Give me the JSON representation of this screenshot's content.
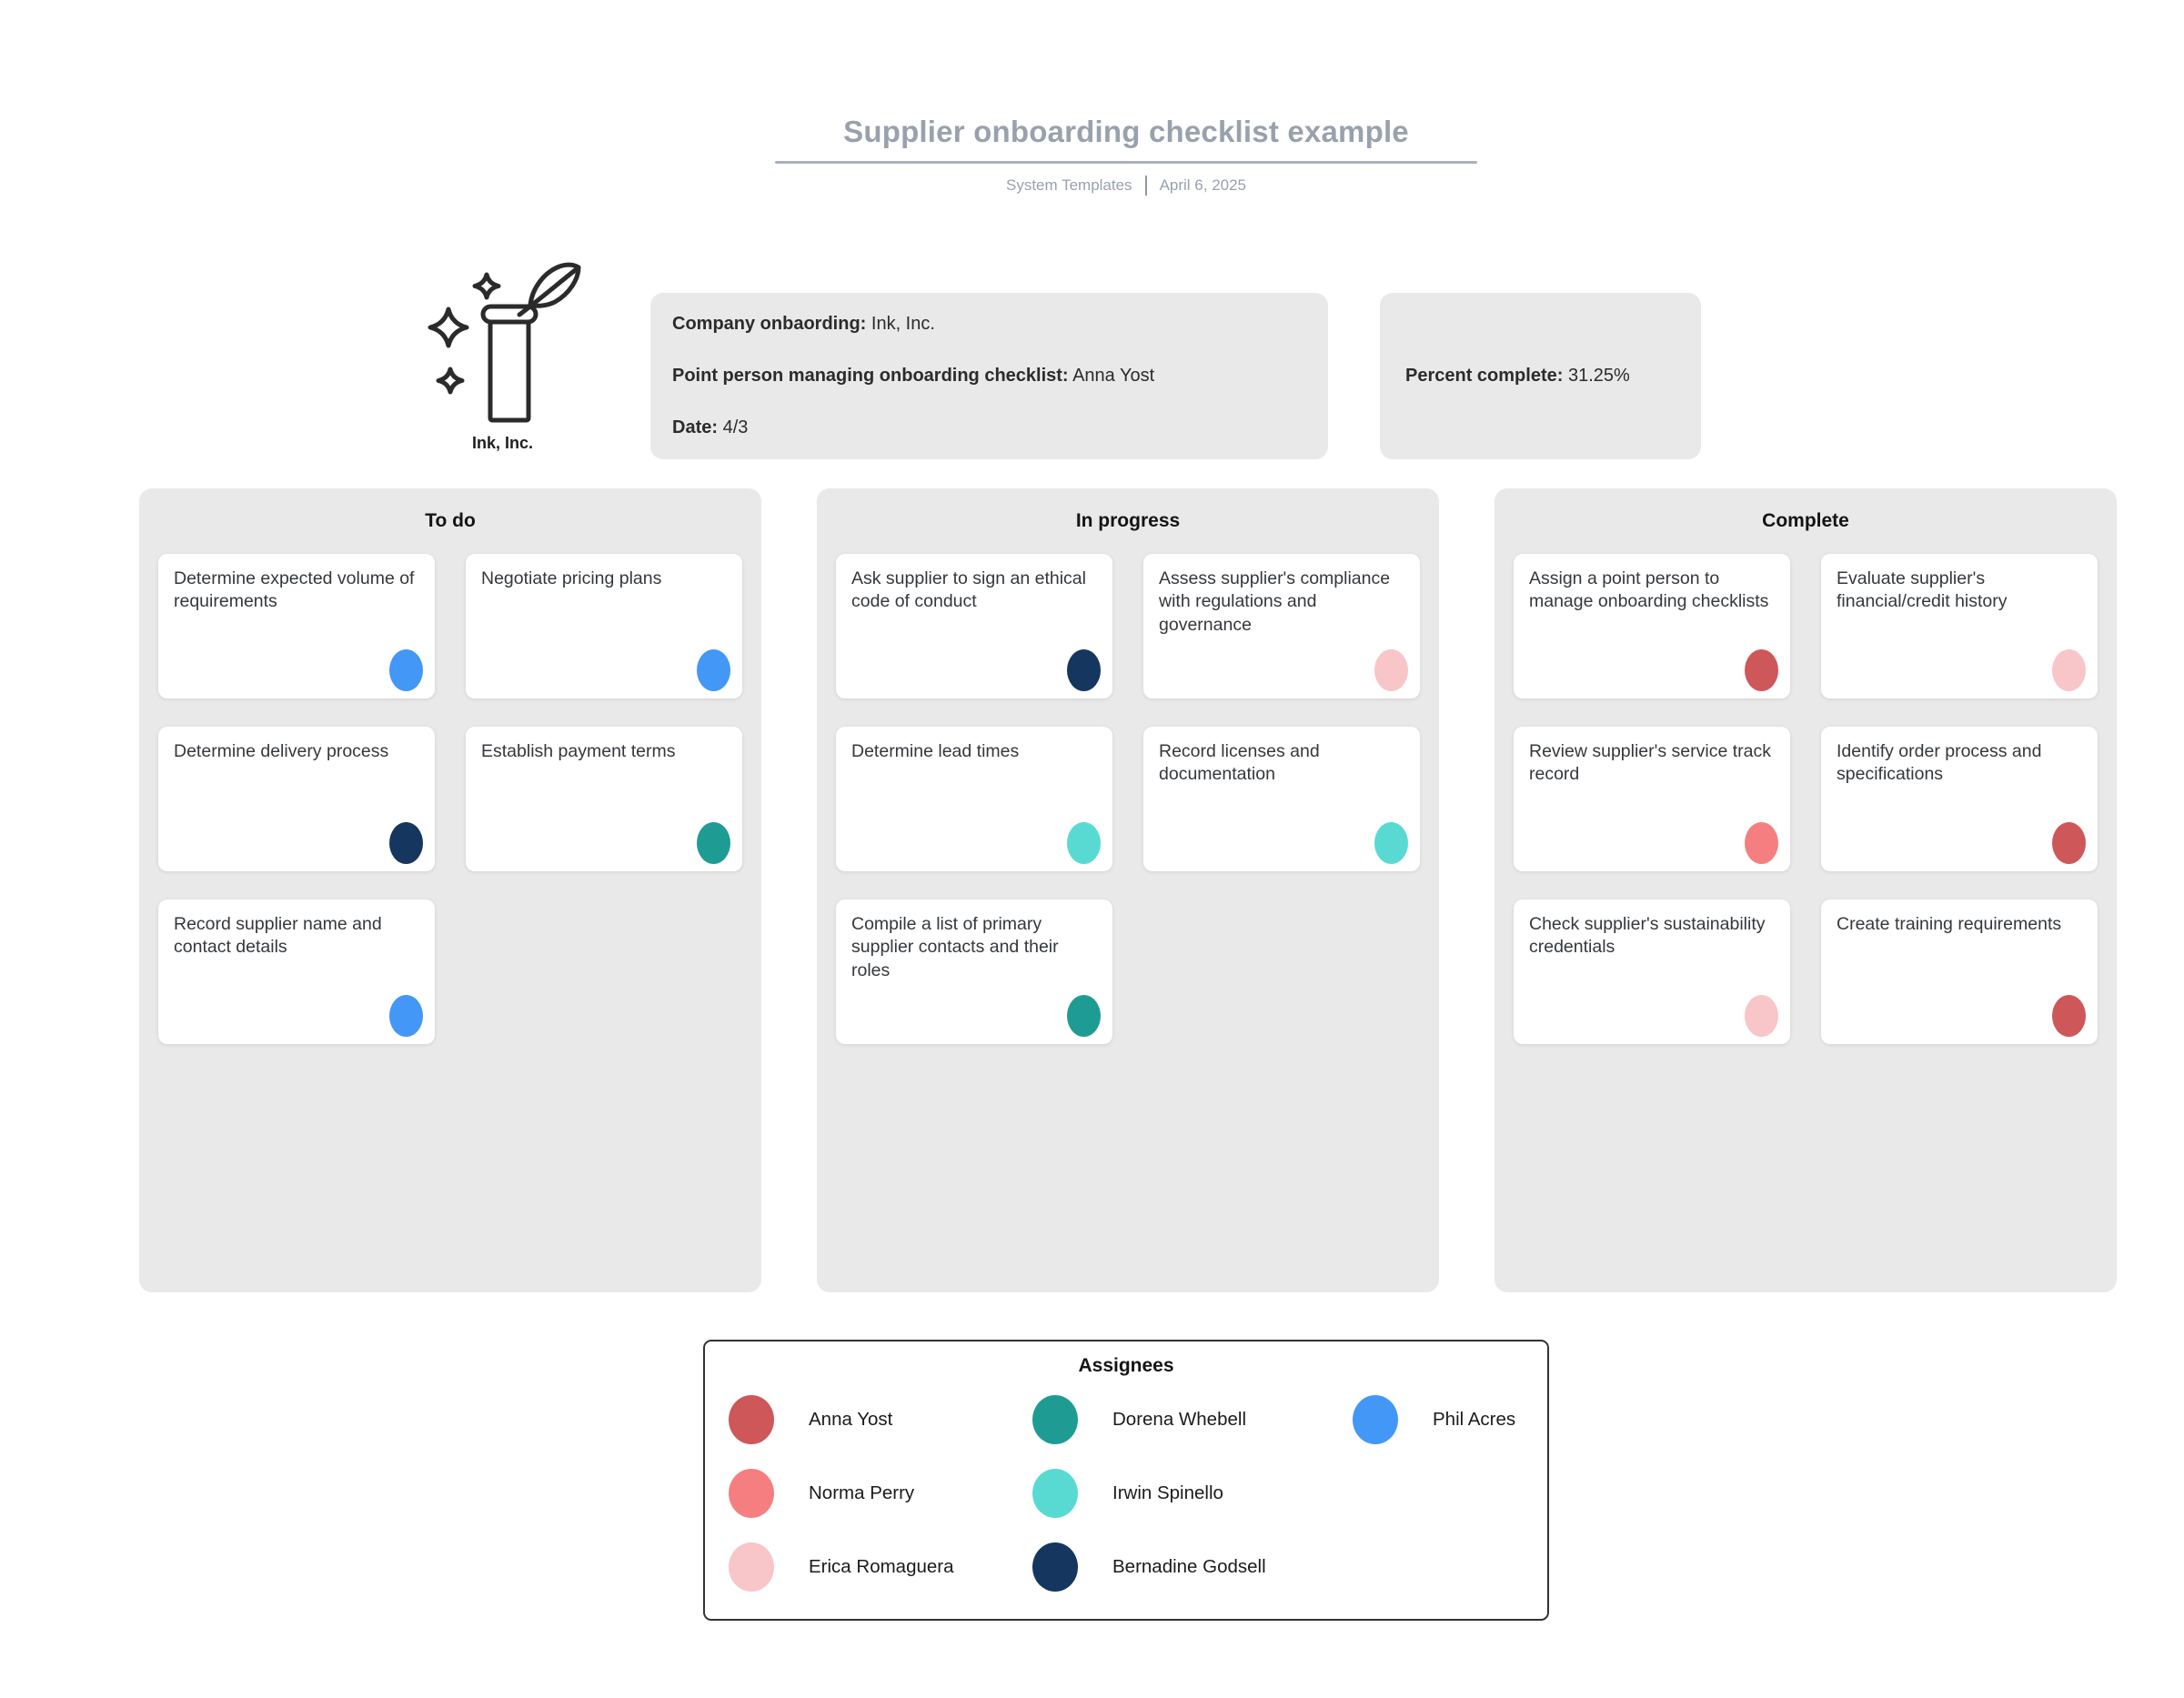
{
  "header": {
    "title": "Supplier onboarding checklist example",
    "byline": "System Templates",
    "date": "April 6, 2025"
  },
  "logo": {
    "label": "Ink, Inc."
  },
  "info_card": {
    "fields": [
      {
        "label": "Company onbaording:",
        "value": "Ink, Inc."
      },
      {
        "label": "Point person managing onboarding checklist:",
        "value": "Anna Yost"
      },
      {
        "label": "Date:",
        "value": "4/3"
      }
    ]
  },
  "percent_card": {
    "label": "Percent complete:",
    "value": "31.25%"
  },
  "assignee_colors": {
    "Anna Yost": "#CE5759",
    "Norma Perry": "#F57F80",
    "Erica Romaguera": "#F8C5C8",
    "Dorena Whebell": "#1E9C94",
    "Irwin Spinello": "#58DAD2",
    "Bernadine Godsell": "#15365E",
    "Phil Acres": "#4397F7"
  },
  "board": {
    "columns": [
      {
        "title": "To do",
        "cards": [
          {
            "text": "Determine expected volume of requirements",
            "assignee": "Phil Acres"
          },
          {
            "text": "Negotiate pricing plans",
            "assignee": "Phil Acres"
          },
          {
            "text": "Determine delivery process",
            "assignee": "Bernadine Godsell"
          },
          {
            "text": "Establish payment terms",
            "assignee": "Dorena Whebell"
          },
          {
            "text": "Record supplier name and contact details",
            "assignee": "Phil Acres"
          }
        ]
      },
      {
        "title": "In progress",
        "cards": [
          {
            "text": "Ask supplier to sign an ethical code of conduct",
            "assignee": "Bernadine Godsell"
          },
          {
            "text": "Assess supplier's compliance with regulations and governance",
            "assignee": "Erica Romaguera"
          },
          {
            "text": "Determine lead times",
            "assignee": "Irwin Spinello"
          },
          {
            "text": "Record licenses and documentation",
            "assignee": "Irwin Spinello"
          },
          {
            "text": "Compile a list of primary supplier contacts and their roles",
            "assignee": "Dorena Whebell"
          }
        ]
      },
      {
        "title": "Complete",
        "cards": [
          {
            "text": "Assign a point person to manage onboarding checklists",
            "assignee": "Anna Yost"
          },
          {
            "text": "Evaluate supplier's financial/credit history",
            "assignee": "Erica Romaguera"
          },
          {
            "text": "Review supplier's service track record",
            "assignee": "Norma Perry"
          },
          {
            "text": "Identify order process and specifications",
            "assignee": "Anna Yost"
          },
          {
            "text": "Check supplier's sustainability credentials",
            "assignee": "Erica Romaguera"
          },
          {
            "text": "Create training requirements",
            "assignee": "Anna Yost"
          }
        ]
      }
    ]
  },
  "legend": {
    "title": "Assignees",
    "columns": [
      [
        "Anna Yost",
        "Norma Perry",
        "Erica Romaguera"
      ],
      [
        "Dorena Whebell",
        "Irwin Spinello",
        "Bernadine Godsell"
      ],
      [
        "Phil Acres"
      ]
    ]
  }
}
